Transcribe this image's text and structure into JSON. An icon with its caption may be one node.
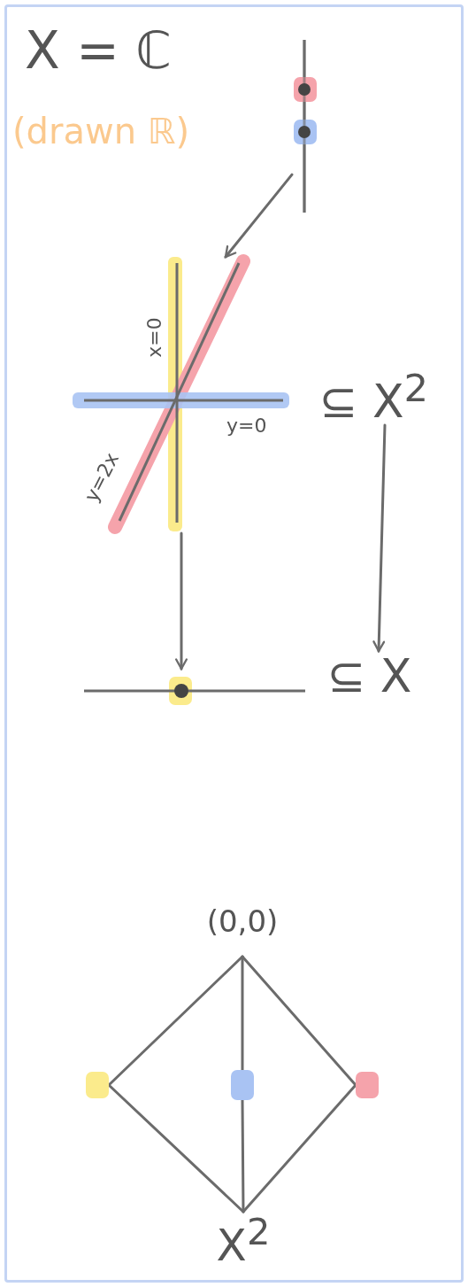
{
  "diagram": {
    "nodes": [
      {
        "text": [],
        "shape": "picture"
      },
      {
        "text": [],
        "shape": "picture"
      },
      {
        "text": [
          "⊆ X$^{2}$"
        ]
      },
      {
        "text": [],
        "shape": "picture"
      },
      {
        "text": [
          "⊆ X"
        ]
      },
      {
        "text": [
          "(0,0)"
        ]
      },
      {
        "text": [],
        "shape": "box"
      },
      {
        "text": [],
        "shape": "box"
      },
      {
        "text": [],
        "shape": "box"
      },
      {
        "text": [
          "X$^{2}$"
        ]
      }
    ],
    "edges": [
      {
        "from": 0,
        "to": 1,
        "arrow": "to"
      },
      {
        "from": 1,
        "to": 3,
        "arrow": "to"
      },
      {
        "from": 2,
        "to": 4,
        "arrow": "to"
      },
      {
        "from": 5,
        "to": 6,
        "arrow": "none"
      },
      {
        "from": 5,
        "to": 7,
        "arrow": "none"
      },
      {
        "from": 5,
        "to": 8,
        "arrow": "none"
      },
      {
        "from": 6,
        "to": 9,
        "arrow": "none"
      },
      {
        "from": 7,
        "to": 9,
        "arrow": "none"
      },
      {
        "from": 8,
        "to": 9,
        "arrow": "none"
      }
    ],
    "labels": [
      "X = ℂ",
      "(drawn ℝ)",
      "x=0",
      "y=0",
      "y=2x"
    ]
  }
}
